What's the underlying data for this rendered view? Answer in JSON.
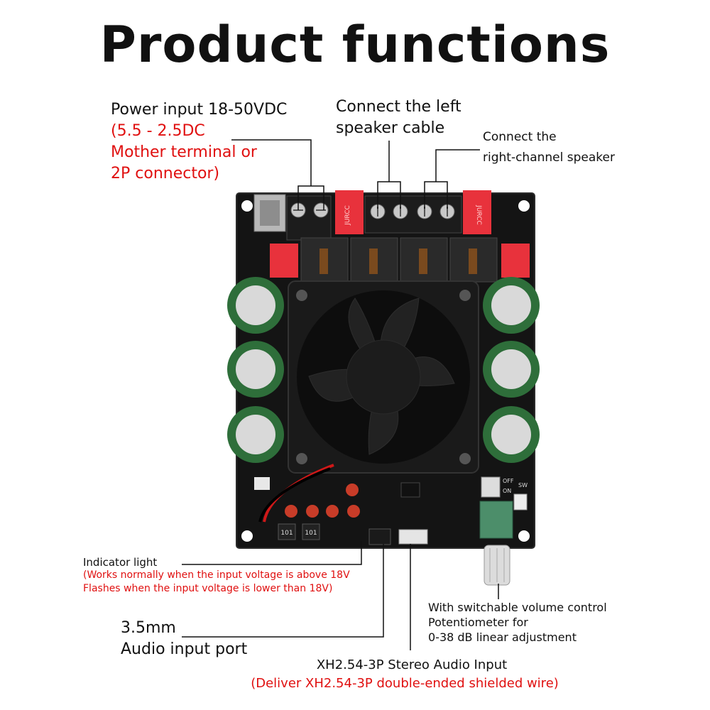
{
  "title": "Product functions",
  "callouts": {
    "power": {
      "line1": "Power input 18-50VDC",
      "line2": "(5.5 - 2.5DC",
      "line3": "Mother terminal or",
      "line4": "2P connector)"
    },
    "left_speaker": {
      "line1": "Connect the left",
      "line2": "speaker cable"
    },
    "right_speaker": {
      "line1": "Connect the",
      "line2": "right-channel speaker"
    },
    "indicator": {
      "line1": "Indicator light",
      "line2": "(Works normally when the input voltage is above 18V",
      "line3": "Flashes when the input voltage is lower than 18V)"
    },
    "audio_jack": {
      "line1": "3.5mm",
      "line2": "Audio input port"
    },
    "xh_input": {
      "line1": "XH2.54-3P Stereo Audio Input",
      "line2": "(Deliver XH2.54-3P double-ended shielded wire)"
    },
    "volume": {
      "line1": "With switchable volume control",
      "line2": "Potentiometer for",
      "line3": "0-38 dB linear adjustment"
    }
  },
  "board_markings": {
    "relay_brand": "JURCC",
    "inductor_code": "101",
    "switch_off": "OFF",
    "switch_on": "ON",
    "switch_sw": "SW"
  },
  "colors": {
    "accent_red": "#e01010",
    "pcb": "#121212",
    "capacitor": "#2e6e3a",
    "relay": "#e8323c"
  }
}
